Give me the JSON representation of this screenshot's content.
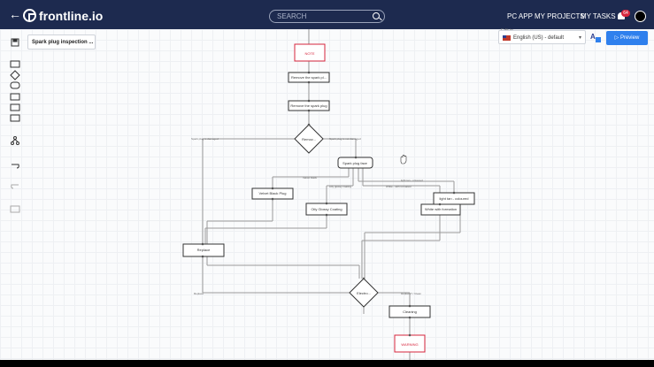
{
  "app": {
    "logo": "frontline.io"
  },
  "search": {
    "placeholder": "SEARCH"
  },
  "nav": {
    "pc_app": "PC APP",
    "projects": "MY PROJECTS",
    "tasks": "MY TASKS",
    "notifications": "64"
  },
  "project": {
    "title": "Spark plug inspection ..."
  },
  "language": {
    "label": "Edit in",
    "value": "English (US) - default"
  },
  "preview": {
    "label": "Preview"
  },
  "flow": {
    "nodes": {
      "note": "NOTE",
      "remove_plug_1": "Remove the spark pl...",
      "remove_plug_2": "Remove the spark plug",
      "decision_remove": "Remov...",
      "spark_plug_face": "Spark plug face",
      "velvet_black": "Velvet Black Plug",
      "oily_glossy": "Oily Glossy Coating",
      "light_tan": "light tan - coloured",
      "white_formation": "White with formation",
      "replace": "Replace",
      "decision_electrode": "Electro...",
      "cleaning": "Cleaning",
      "warning": "WARNING"
    },
    "edges": {
      "damaged": "Spark plug is damaged",
      "not_damaged": "Spark plug is not damaged",
      "velvet": "Velvet black",
      "oily": "Oily glossy coating",
      "light_tan": "light tan - coloured",
      "white": "White - with formation",
      "replace_yes": "Replace",
      "replace_no": "Replace? / Clean"
    }
  },
  "colors": {
    "topbar": "#1d2a4f",
    "accent": "#2f80ed",
    "warning": "#d7263d"
  }
}
